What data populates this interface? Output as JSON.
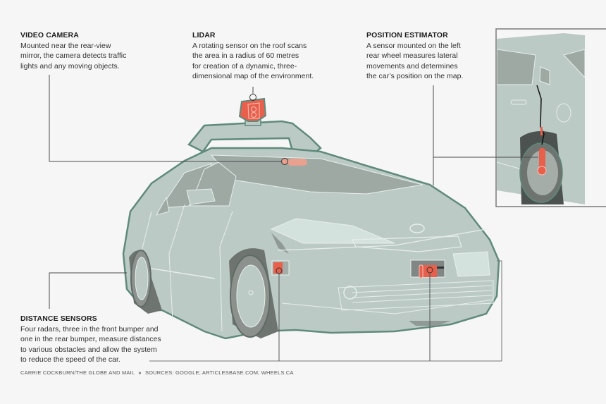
{
  "callouts": {
    "video_camera": {
      "title": "VIDEO CAMERA",
      "body": "Mounted near the rear-view\nmirror, the camera detects traffic\nlights and any moving objects."
    },
    "lidar": {
      "title": "LIDAR",
      "body": "A rotating sensor on the roof scans\nthe area in a radius of 60 metres\nfor creation of a dynamic, three-\ndimensional map of the environment."
    },
    "position_estimator": {
      "title": "POSITION ESTIMATOR",
      "body": "A sensor mounted on the left\nrear wheel measures lateral\nmovements and determines\nthe car’s position on the map."
    },
    "distance_sensors": {
      "title": "DISTANCE SENSORS",
      "body": "Four radars, three in the front bumper and\none in the rear bumper, measure distances\nto various obstacles and allow the system\nto reduce the speed of the car."
    }
  },
  "credit": {
    "author": "CARRIE COCKBURN/THE GLOBE AND MAIL",
    "separator": "»",
    "sources": "SOURCES: GOOGLE; ARTICLESBASE.COM; WHEELS.CA"
  },
  "colors": {
    "background": "#f6f6f6",
    "car_body": "#bccac5",
    "car_outline": "#5f8a7c",
    "window": "#9fa9a4",
    "sensor_red": "#e8604c",
    "tire": "#6e7470",
    "leader_line": "#4a4a4a"
  },
  "icons": {
    "car": "self-driving-car-illustration",
    "lidar": "lidar-sensor",
    "camera": "video-camera-sensor",
    "radar": "radar-sensor",
    "wheel_encoder": "position-estimator-sensor"
  }
}
